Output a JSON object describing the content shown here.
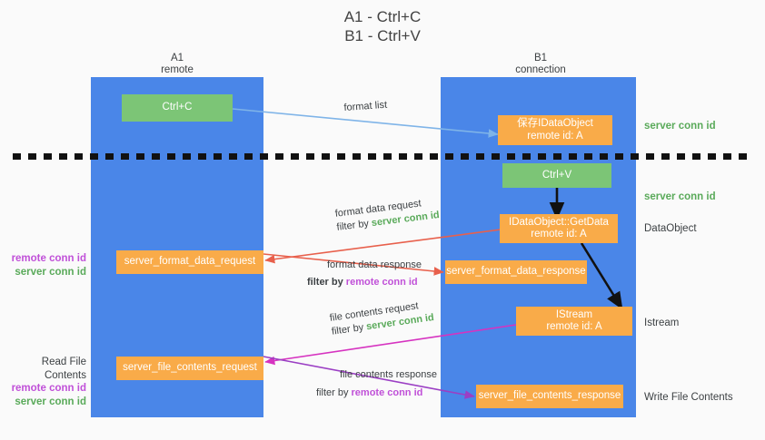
{
  "title": "A1 - Ctrl+C\nB1 - Ctrl+V",
  "lanes": [
    {
      "name": "left-lane",
      "header": "A1\nremote"
    },
    {
      "name": "right-lane",
      "header": "B1\nconnection"
    }
  ],
  "nodes": {
    "ctrl_c": "Ctrl+C",
    "ctrl_v": "Ctrl+V",
    "idataobject_top": "保存IDataObject\nremote id: A",
    "idataobject_getdata": "IDataObject::GetData\nremote id: A",
    "istream": "IStream\nremote id: A",
    "server_format_data_request": "server_format_data_request",
    "server_format_data_response": "server_format_data_response",
    "server_file_contents_request": "server_file_contents_request",
    "server_file_contents_response": "server_file_contents_response"
  },
  "side_labels": {
    "server_conn_id_top": "server conn id",
    "server_conn_id_mid": "server conn id",
    "data_object": "DataObject",
    "istream": "Istream",
    "write_file_contents": "Write File Contents",
    "read_file_contents": "Read File Contents",
    "remote_conn_id": "remote conn id",
    "server_conn_id": "server conn id"
  },
  "captions": {
    "format_list": "format list",
    "format_data_request": "format data request",
    "format_data_request_filter_prefix": "filter by ",
    "format_data_request_filter_value": "server conn id",
    "format_data_response": "format data response",
    "format_data_response_filter_prefix": "filter by ",
    "format_data_response_filter_value": "remote conn id",
    "file_contents_request": "file contents request",
    "file_contents_request_filter_prefix": "filter by ",
    "file_contents_request_filter_value": "server conn id",
    "file_contents_response": "file contents response",
    "file_contents_response_filter_prefix": "filter by ",
    "file_contents_response_filter_value": "remote conn id"
  },
  "colors": {
    "lane": "#4a86e8",
    "node_orange": "#f9ab49",
    "node_green": "#7cc576",
    "server_conn": "#5aaa5a",
    "remote_conn": "#c050d8",
    "arrow_blue": "#7fb4e8",
    "arrow_red": "#e8604c",
    "arrow_magenta": "#d633c0",
    "arrow_purple": "#9b3fc4",
    "arrow_black": "#111111",
    "divider": "#111111",
    "background": "#fafafa"
  }
}
